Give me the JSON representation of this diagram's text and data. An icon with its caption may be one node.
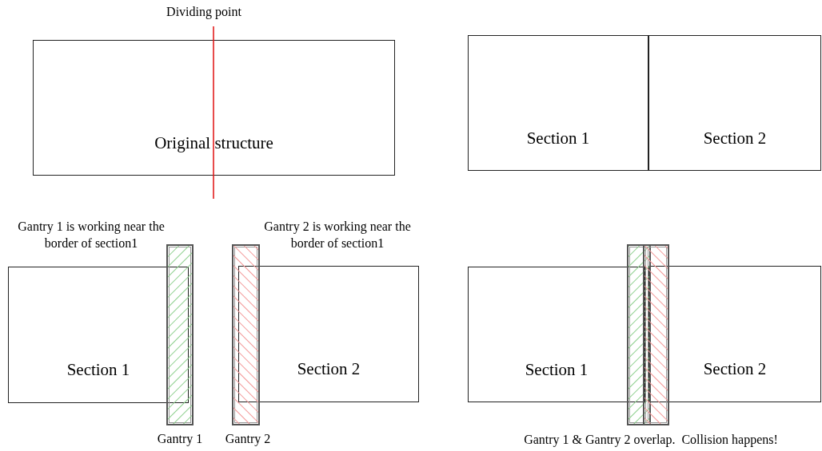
{
  "diagram": {
    "nodes": [
      {
        "text": [
          "Original structure"
        ]
      },
      {
        "text": [
          "Section 1"
        ]
      },
      {
        "text": [
          "Section 2"
        ]
      },
      {
        "text": [
          "Section 1"
        ]
      },
      {
        "text": [],
        "shape": "bar",
        "beside": [
          "Gantry 1"
        ]
      },
      {
        "text": [],
        "shape": "bar",
        "beside": [
          "Gantry 2"
        ]
      },
      {
        "text": [
          "Section 2"
        ]
      },
      {
        "text": [
          "Section 1"
        ]
      },
      {
        "text": [],
        "shape": "bar"
      },
      {
        "text": [],
        "shape": "bar"
      },
      {
        "text": [
          "Section 2"
        ]
      }
    ],
    "labels": [
      "Dividing point",
      "Gantry 1 is working near the border of section1",
      "Gantry 2 is working near the border of section1",
      "Gantry 1 & Gantry 2 overlap.  Collision happens!"
    ]
  }
}
